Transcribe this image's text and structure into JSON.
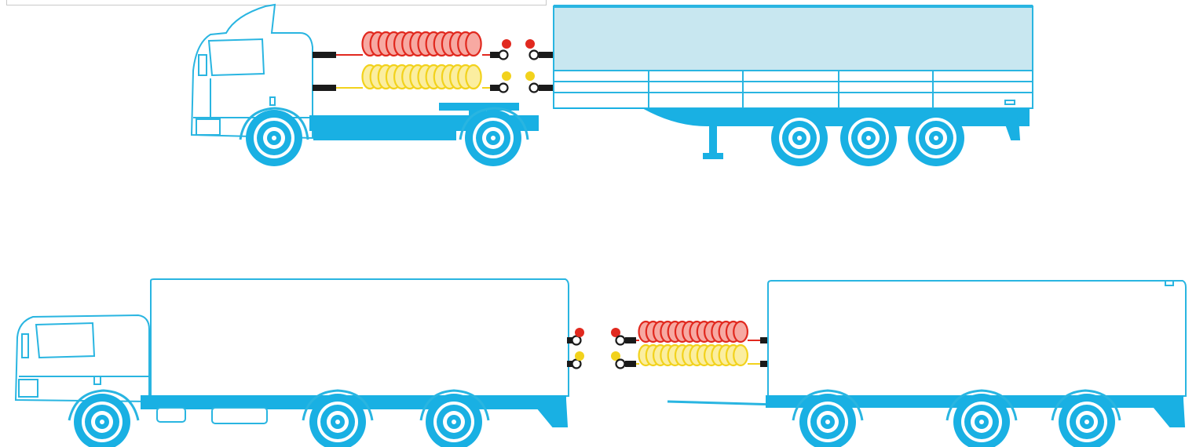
{
  "colors": {
    "vehicle_outline": "#29b5e1",
    "vehicle_fill_light": "#c8e7f0",
    "vehicle_fill_solid": "#19b0e3",
    "wheel_dark": "#0d7fa6",
    "brake_line_red": "#e1291f",
    "brake_line_red_fill": "#f7a9a2",
    "brake_line_yellow": "#f2d21c",
    "brake_line_yellow_fill": "#fbeea0",
    "connector_black": "#1a1a1a",
    "background": "#ffffff"
  },
  "scenes": [
    {
      "name": "tractor-semitrailer",
      "vehicles": [
        "tractor-unit",
        "curtain-semitrailer"
      ],
      "coupling_side": "tractor"
    },
    {
      "name": "rigid-truck-drawbar-trailer",
      "vehicles": [
        "rigid-box-truck",
        "drawbar-box-trailer"
      ],
      "coupling_side": "trailer"
    }
  ],
  "air_lines": [
    {
      "name": "red-air-line",
      "color": "red",
      "coils": 14
    },
    {
      "name": "yellow-air-line",
      "color": "yellow",
      "coils": 14
    }
  ]
}
